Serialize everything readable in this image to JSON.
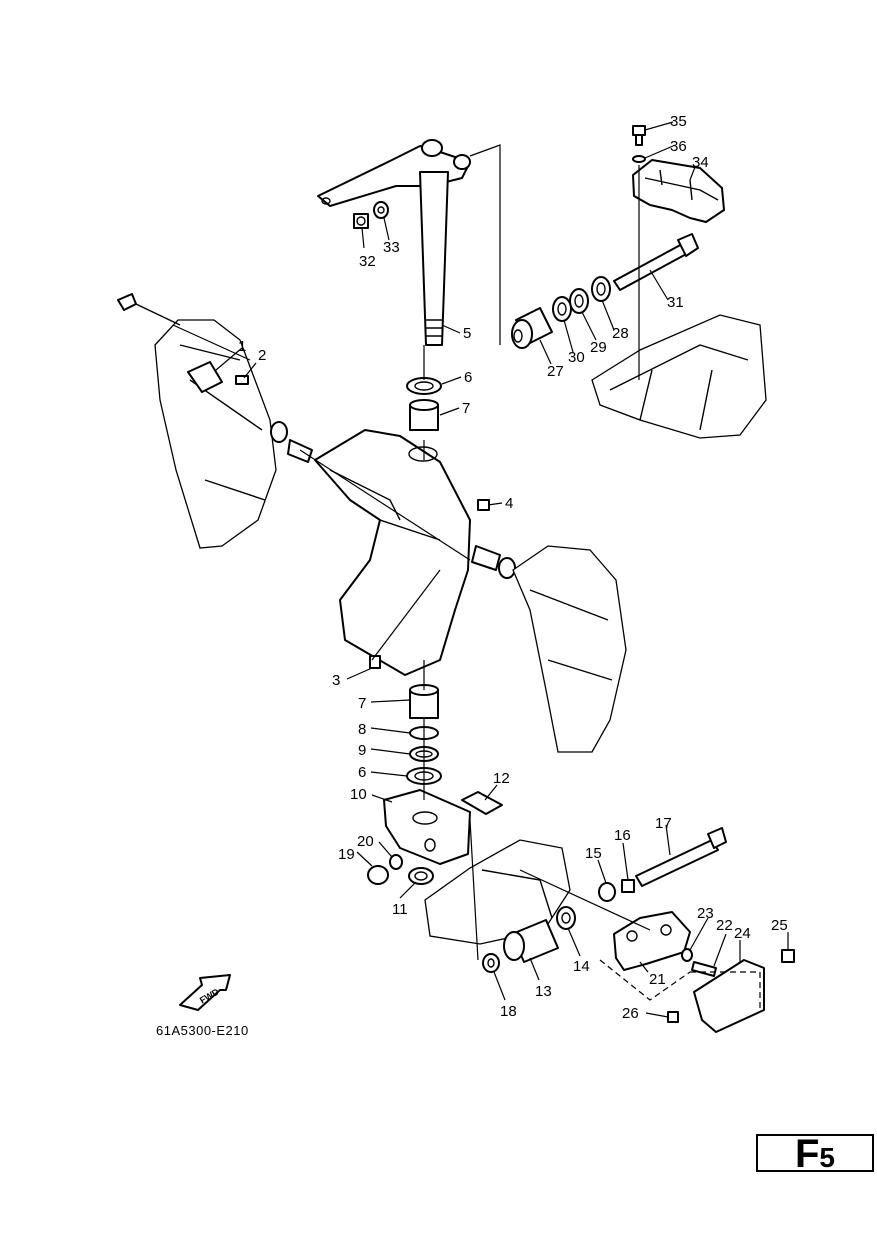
{
  "drawing_code": "61A5300-E210",
  "page_tag": {
    "letter": "F",
    "number": "5"
  },
  "fwd_label": "FWD",
  "callouts": {
    "c1": "1",
    "c2": "2",
    "c3": "3",
    "c4": "4",
    "c5": "5",
    "c6a": "6",
    "c6b": "6",
    "c7a": "7",
    "c7b": "7",
    "c8": "8",
    "c9": "9",
    "c10": "10",
    "c11": "11",
    "c12": "12",
    "c13": "13",
    "c14": "14",
    "c15": "15",
    "c16": "16",
    "c17": "17",
    "c18": "18",
    "c19": "19",
    "c20": "20",
    "c21": "21",
    "c22": "22",
    "c23": "23",
    "c24": "24",
    "c25": "25",
    "c26": "26",
    "c27": "27",
    "c28": "28",
    "c29": "29",
    "c30": "30",
    "c31": "31",
    "c32": "32",
    "c33": "33",
    "c34": "34",
    "c35": "35",
    "c36": "36"
  }
}
